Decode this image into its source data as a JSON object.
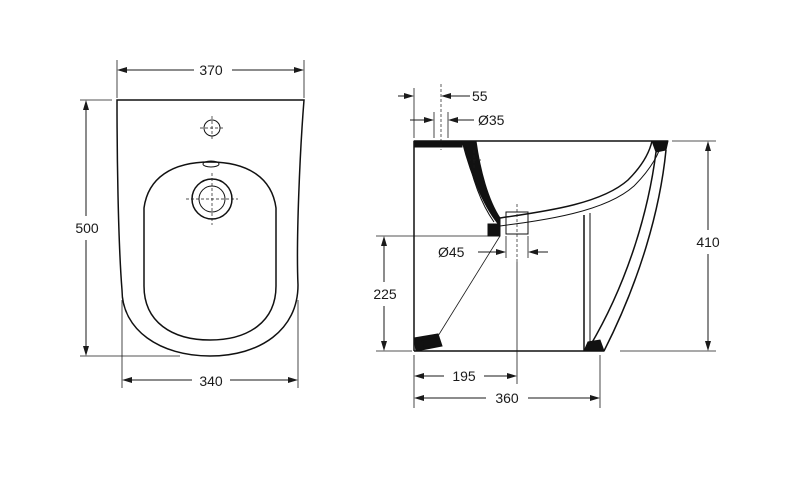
{
  "dimensions": {
    "top_width": "370",
    "height": "500",
    "bottom_width": "340",
    "tap_hole_offset": "55",
    "tap_hole_diameter": "Ø35",
    "waste_diameter": "Ø45",
    "waste_height": "225",
    "total_height": "410",
    "waste_distance": "195",
    "depth": "360"
  },
  "colors": {
    "line": "#111111",
    "background": "#ffffff"
  }
}
